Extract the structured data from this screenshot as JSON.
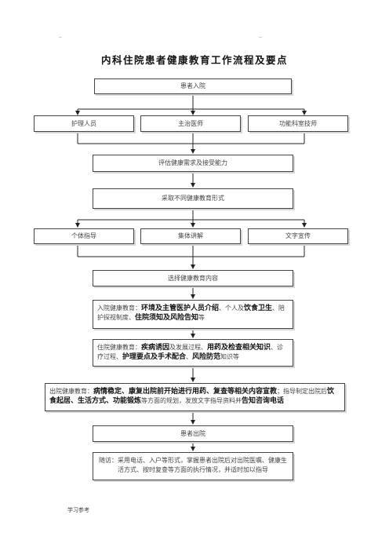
{
  "header_marks": {
    "left": "..",
    "right": ".."
  },
  "title": "内科住院患者健康教育工作流程及要点",
  "steps": {
    "admission": "患者入院",
    "staff": [
      "护理人员",
      "主治医师",
      "功能科室技师"
    ],
    "assess": "评估健康需求及接受能力",
    "forms_heading": "采取不同健康教育形式",
    "forms": [
      "个体指导",
      "集体讲解",
      "文字宣传"
    ],
    "select_content": "选择健康教育内容",
    "admission_edu": [
      {
        "t": "入院健康教育：",
        "b": false
      },
      {
        "t": "环境及主管医护人员介绍",
        "b": true
      },
      {
        "t": "、个人及",
        "b": false
      },
      {
        "t": "饮食卫生",
        "b": true
      },
      {
        "t": "、陪护探视制度、",
        "b": false
      },
      {
        "t": "住院须知及风险告知",
        "b": true
      },
      {
        "t": "等",
        "b": false
      }
    ],
    "inpatient_edu": [
      {
        "t": "住院健康教育：",
        "b": false
      },
      {
        "t": "疾病诱因",
        "b": true
      },
      {
        "t": "及发展过程、",
        "b": false
      },
      {
        "t": "用药及检查相关知识",
        "b": true
      },
      {
        "t": "、诊疗过程、",
        "b": false
      },
      {
        "t": "护理要点及手术配合",
        "b": true
      },
      {
        "t": "、",
        "b": false
      },
      {
        "t": "风险防范",
        "b": true
      },
      {
        "t": "知识等",
        "b": false
      }
    ],
    "discharge_edu": [
      {
        "t": "出院健康教育：",
        "b": false
      },
      {
        "t": "病情稳定、康复出院前开始进行用药、复查等相关内容宣教",
        "b": true
      },
      {
        "t": "；指导制定出院后",
        "b": false
      },
      {
        "t": "饮食起居、生活方式、功能锻炼",
        "b": true
      },
      {
        "t": "等方面的规划，发放文字指导资料并",
        "b": false
      },
      {
        "t": "告知咨询电话",
        "b": true
      }
    ],
    "discharge": "患者出院",
    "followup": "随访：采用电话、入户等形式，掌握患者出院后对出院医嘱、健康生活方式、按时复查等方面的执行情况，并适时加以指导"
  },
  "footer": "学习参考"
}
